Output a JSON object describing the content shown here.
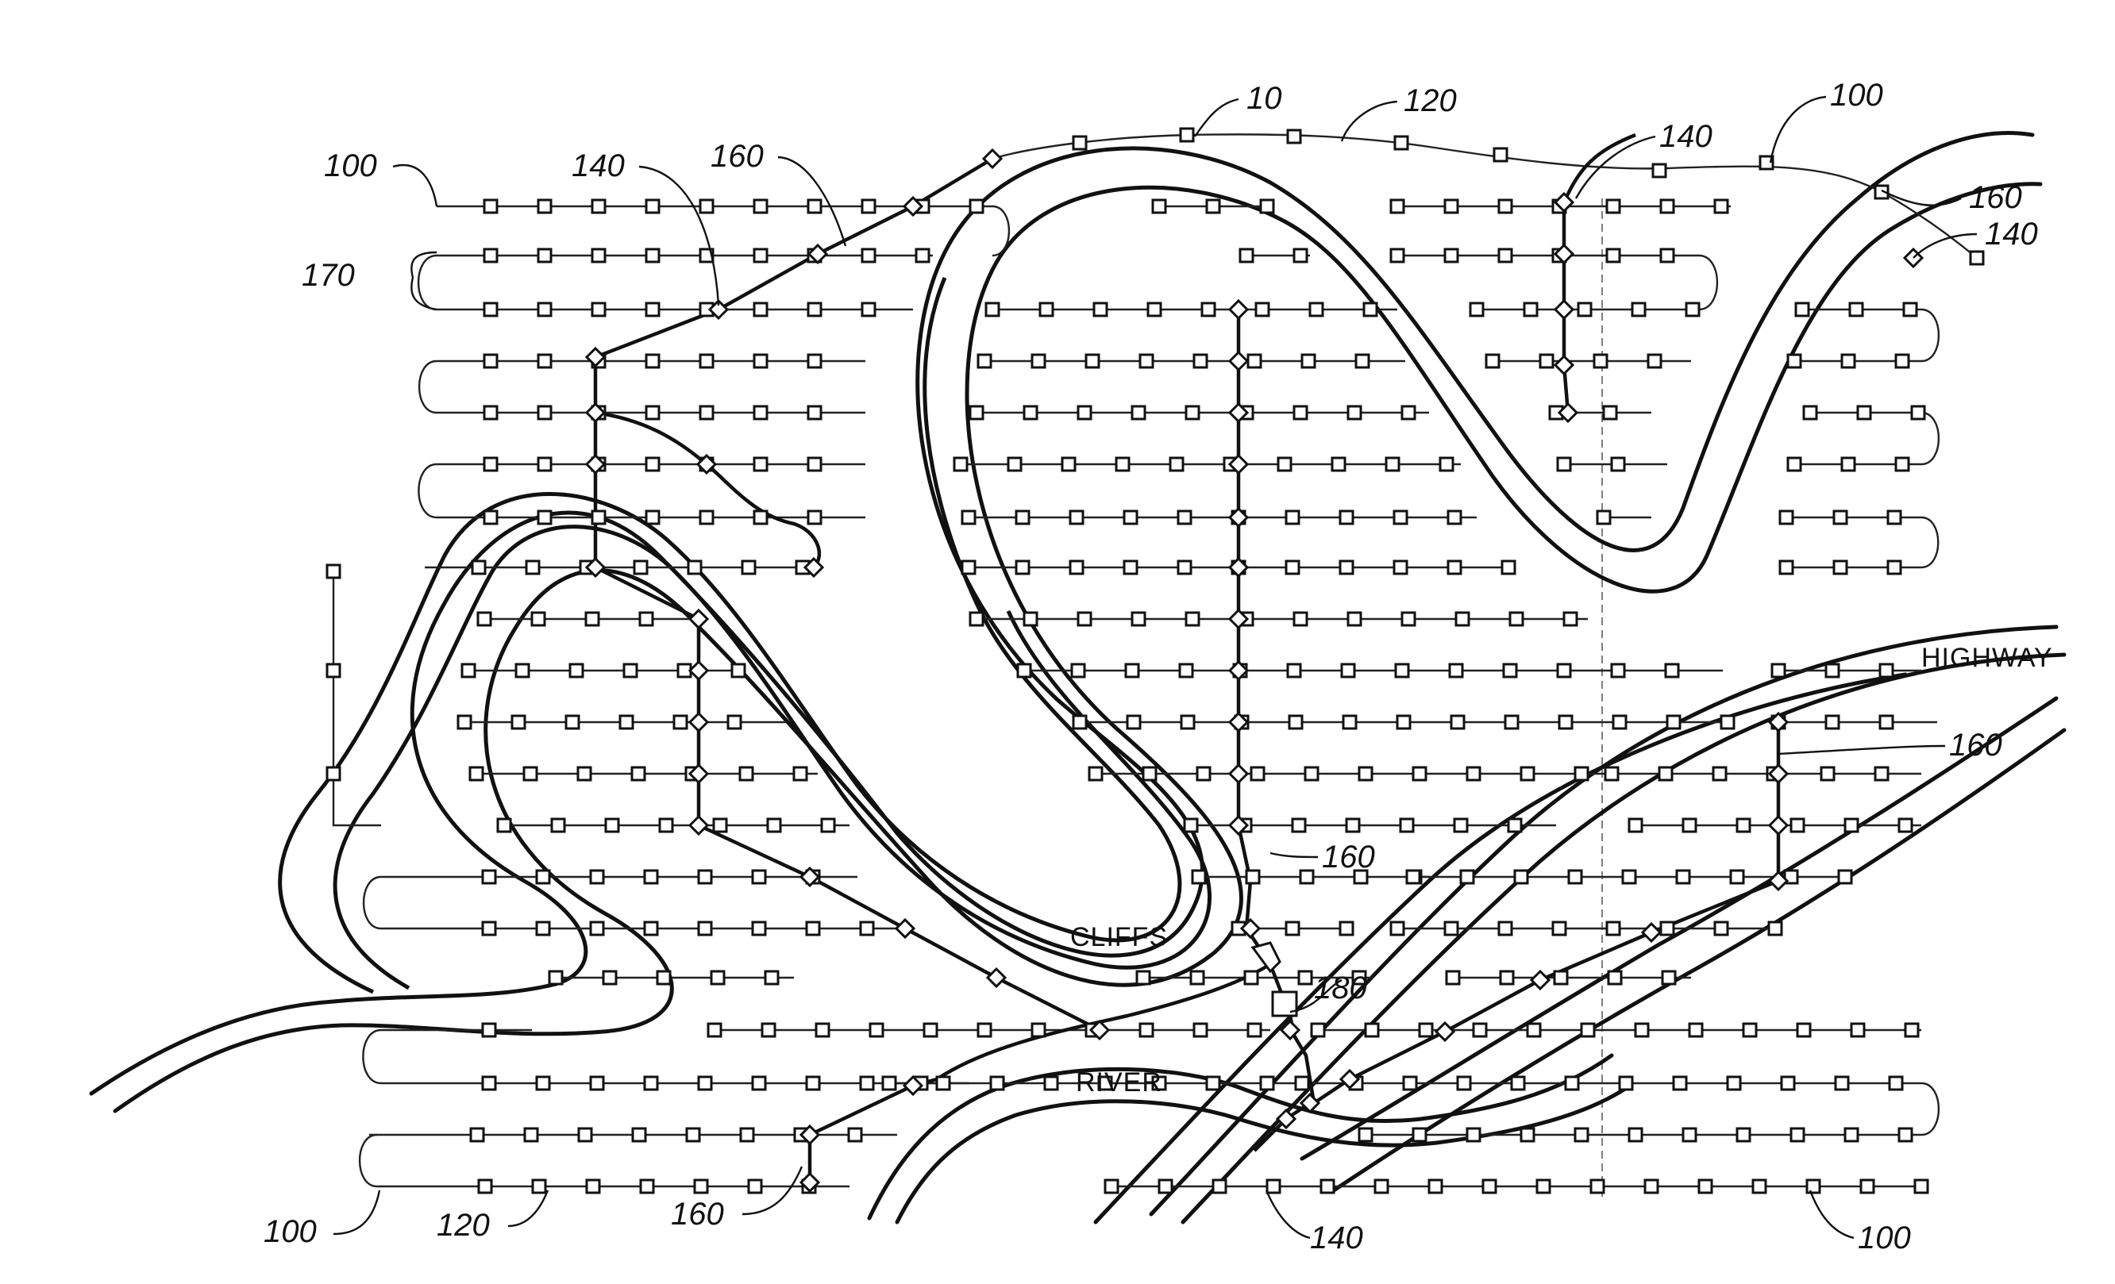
{
  "figure": {
    "labels": [
      {
        "id": "label-10",
        "text": "10"
      },
      {
        "id": "label-120-top",
        "text": "120"
      },
      {
        "id": "label-100-top-right",
        "text": "100"
      },
      {
        "id": "label-140-top-right",
        "text": "140"
      },
      {
        "id": "label-160-top-right",
        "text": "160"
      },
      {
        "id": "label-140-right",
        "text": "140"
      },
      {
        "id": "label-100-top-left",
        "text": "100"
      },
      {
        "id": "label-140-top-left",
        "text": "140"
      },
      {
        "id": "label-160-top-left",
        "text": "160"
      },
      {
        "id": "label-170",
        "text": "170"
      },
      {
        "id": "label-160-center",
        "text": "160"
      },
      {
        "id": "label-180",
        "text": "180"
      },
      {
        "id": "label-160-right-mid",
        "text": "160"
      },
      {
        "id": "label-100-bottom-left",
        "text": "100"
      },
      {
        "id": "label-120-bottom",
        "text": "120"
      },
      {
        "id": "label-160-bottom",
        "text": "160"
      },
      {
        "id": "label-140-bottom",
        "text": "140"
      },
      {
        "id": "label-100-bottom-right",
        "text": "100"
      }
    ],
    "captions": {
      "highway": "HIGHWAY",
      "cliffs": "CLIFFS",
      "river": "RIVER"
    }
  }
}
